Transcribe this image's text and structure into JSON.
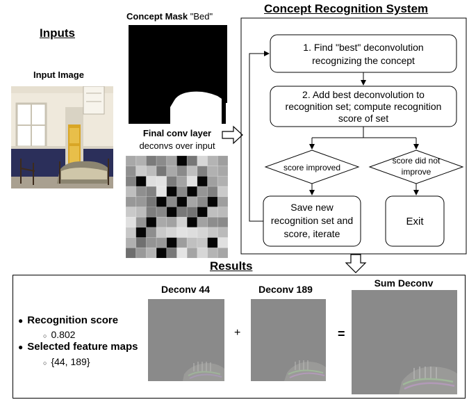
{
  "inputs": {
    "heading": "Inputs",
    "input_image_label": "Input Image",
    "mask_label_bold": "Concept Mask",
    "mask_label_concept": "\"Bed\"",
    "conv_label_bold": "Final conv layer",
    "conv_label_sub": "deconvs over input"
  },
  "system": {
    "heading": "Concept Recognition System",
    "step1": [
      "1. Find \"best\" deconvolution",
      "recognizing the concept"
    ],
    "step2": [
      "2. Add best deconvolution to",
      "recognition set; compute recognition",
      "score of set"
    ],
    "decision_yes": "score improved",
    "decision_no": [
      "score did not",
      "improve"
    ],
    "save": [
      "Save new",
      "recognition set and",
      "score, iterate"
    ],
    "exit": "Exit"
  },
  "results": {
    "heading": "Results",
    "bullet1": "Recognition score",
    "bullet1_value": "0.802",
    "bullet2": "Selected feature maps",
    "bullet2_value": "{44, 189}",
    "deconv_a": "Deconv 44",
    "deconv_b": "Deconv 189",
    "sum": "Sum Deconv",
    "plus": "+",
    "equals": "="
  },
  "colors": {
    "stroke": "#000000",
    "deconv_gray": "#8a8a8a",
    "wall": "#f2ede3",
    "wainscot": "#2b2f5a"
  }
}
